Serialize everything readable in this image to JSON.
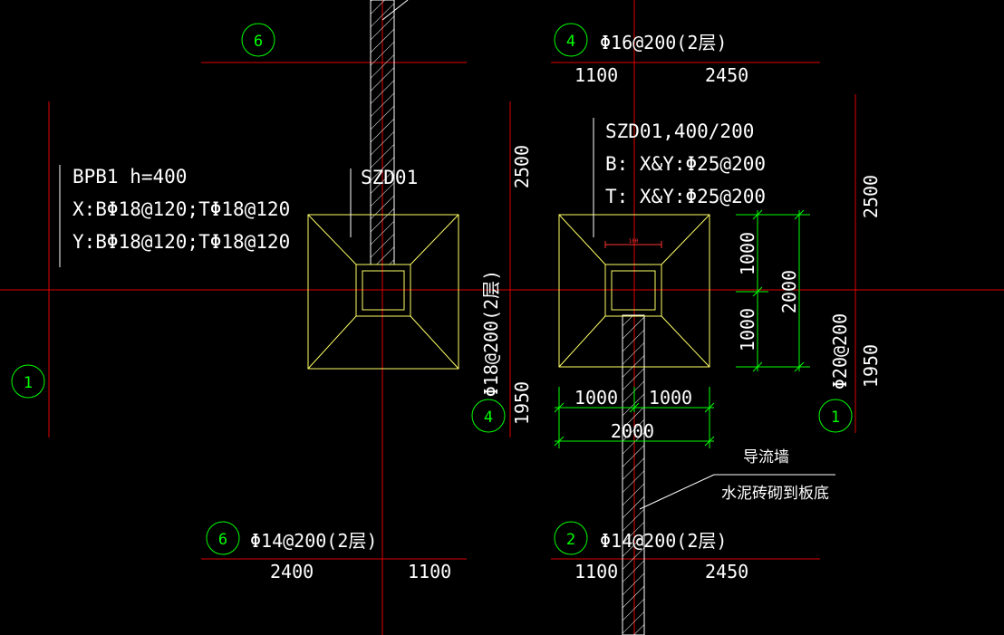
{
  "colors": {
    "background": "#000000",
    "axis": "#e00000",
    "outline": "#ffff66",
    "dimension": "#00ff00",
    "text": "#ffffff"
  },
  "axis_bubbles": {
    "b6_top": "6",
    "b4_top": "4",
    "b1_left": "1",
    "b4_mid": "4",
    "b1_right": "1",
    "b6_bottom": "6",
    "b2_bottom": "2"
  },
  "labels": {
    "top_right_rebar": "Φ16@200(2层)",
    "top_dim_1100": "1100",
    "top_dim_2450": "2450",
    "bpb_title": "BPB1 h=400",
    "bpb_x": "X:BΦ18@120;TΦ18@120",
    "bpb_y": "Y:BΦ18@120;TΦ18@120",
    "szd01_left": "SZD01",
    "szd_spec": "SZD01,400/200",
    "szd_b": "B: X&Y:Φ25@200",
    "szd_t": "T: X&Y:Φ25@200",
    "mid_dim_2500": "2500",
    "mid_rebar_vert": "Φ18@200(2层)",
    "mid_dim_1950": "1950",
    "right_dim_2500": "2500",
    "right_rebar_vert": "Φ20@200",
    "right_dim_1950": "1950",
    "dim_v_1000a": "1000",
    "dim_v_1000b": "1000",
    "dim_v_2000": "2000",
    "dim_h_1000a": "1000",
    "dim_h_1000b": "1000",
    "dim_h_2000": "2000",
    "small_100": "100",
    "wall_title": "导流墙",
    "wall_note": "水泥砖砌到板底",
    "bottom_left_rebar": "Φ14@200(2层)",
    "bottom_dim_2400": "2400",
    "bottom_dim_1100a": "1100",
    "bottom_right_rebar": "Φ14@200(2层)",
    "bottom_dim_1100b": "1100",
    "bottom_dim_2450": "2450"
  }
}
